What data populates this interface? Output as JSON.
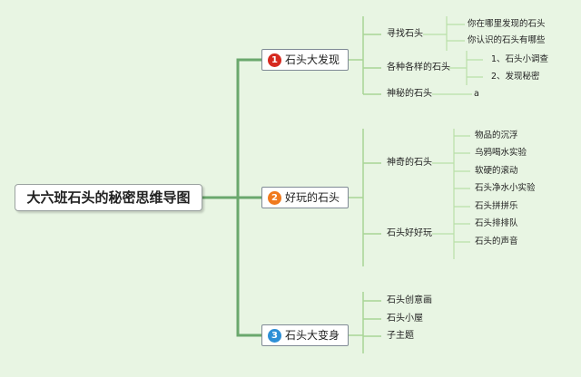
{
  "root": {
    "title": "大六班石头的秘密思维导图"
  },
  "branches": [
    {
      "number": "1",
      "label": "石头大发现",
      "badge_color": "#d6291f",
      "topics": [
        {
          "label": "寻找石头",
          "leaves": [
            "你在哪里发现的石头",
            "你认识的石头有哪些"
          ]
        },
        {
          "label": "各种各样的石头",
          "leaves": [
            "1、石头小调查",
            "2、发现秘密"
          ]
        },
        {
          "label": "神秘的石头",
          "leaves": [
            "a"
          ]
        }
      ]
    },
    {
      "number": "2",
      "label": "好玩的石头",
      "badge_color": "#f07a1e",
      "topics": [
        {
          "label": "神奇的石头",
          "leaves": [
            "物品的沉浮",
            "乌鸦喝水实验",
            "软硬的滚动",
            "石头净水小实验"
          ]
        },
        {
          "label": "石头好好玩",
          "leaves": [
            "石头拼拼乐",
            "石头排排队",
            "石头的声音"
          ]
        }
      ]
    },
    {
      "number": "3",
      "label": "石头大变身",
      "badge_color": "#2d8fd6",
      "topics": [
        {
          "label": "石头创意画",
          "leaves": []
        },
        {
          "label": "石头小屋",
          "leaves": []
        },
        {
          "label": "子主题",
          "leaves": []
        }
      ]
    }
  ],
  "colors": {
    "background": "#e8f5e3",
    "trunk_line": "#6aa86d",
    "branch_line": "#a8d596",
    "leaf_line": "#b9e0a8"
  }
}
